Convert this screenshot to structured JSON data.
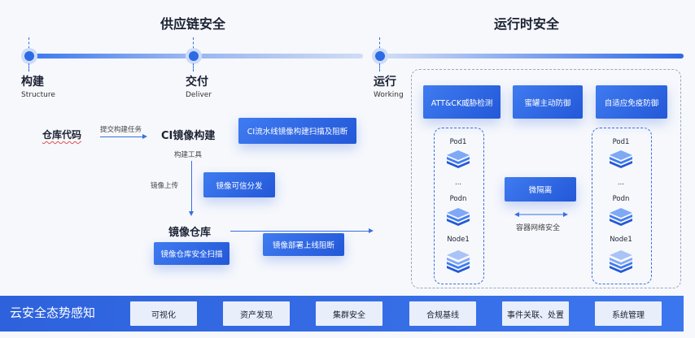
{
  "sections": {
    "supply_chain": "供应链安全",
    "runtime": "运行时安全"
  },
  "stages": [
    {
      "title": "构建",
      "sub": "Structure"
    },
    {
      "title": "交付",
      "sub": "Deliver"
    },
    {
      "title": "运行",
      "sub": "Working"
    }
  ],
  "flow": {
    "repo": "仓库代码",
    "submit_task": "提交构建任务",
    "ci_build": "CI镜像构建",
    "ci_scan": "CI流水线镜像构建扫描及阻断",
    "build_tool": "构建工具",
    "image_upload": "镜像上传",
    "trusted_dist": "镜像可信分发",
    "registry": "镜像仓库",
    "registry_scan": "镜像仓库安全扫描",
    "deploy_block": "镜像部署上线阻断"
  },
  "runtime": {
    "attck": "ATT&CK威胁检测",
    "honeypot": "蜜罐主动防御",
    "adaptive": "自适应免疫防御",
    "micro_isolation": "微隔离",
    "network_security": "容器网络安全",
    "left_col": [
      "Pod1",
      "...",
      "Podn",
      "Node1"
    ],
    "right_col": [
      "Pod1",
      "...",
      "Podn",
      "Node1"
    ]
  },
  "bottom": {
    "title": "云安全态势感知",
    "buttons": [
      "可视化",
      "资产发现",
      "集群安全",
      "合规基线",
      "事件关联、处置",
      "系统管理"
    ]
  },
  "colors": {
    "accent": "#2c6be3",
    "bar_light": "#c9d7f5"
  }
}
